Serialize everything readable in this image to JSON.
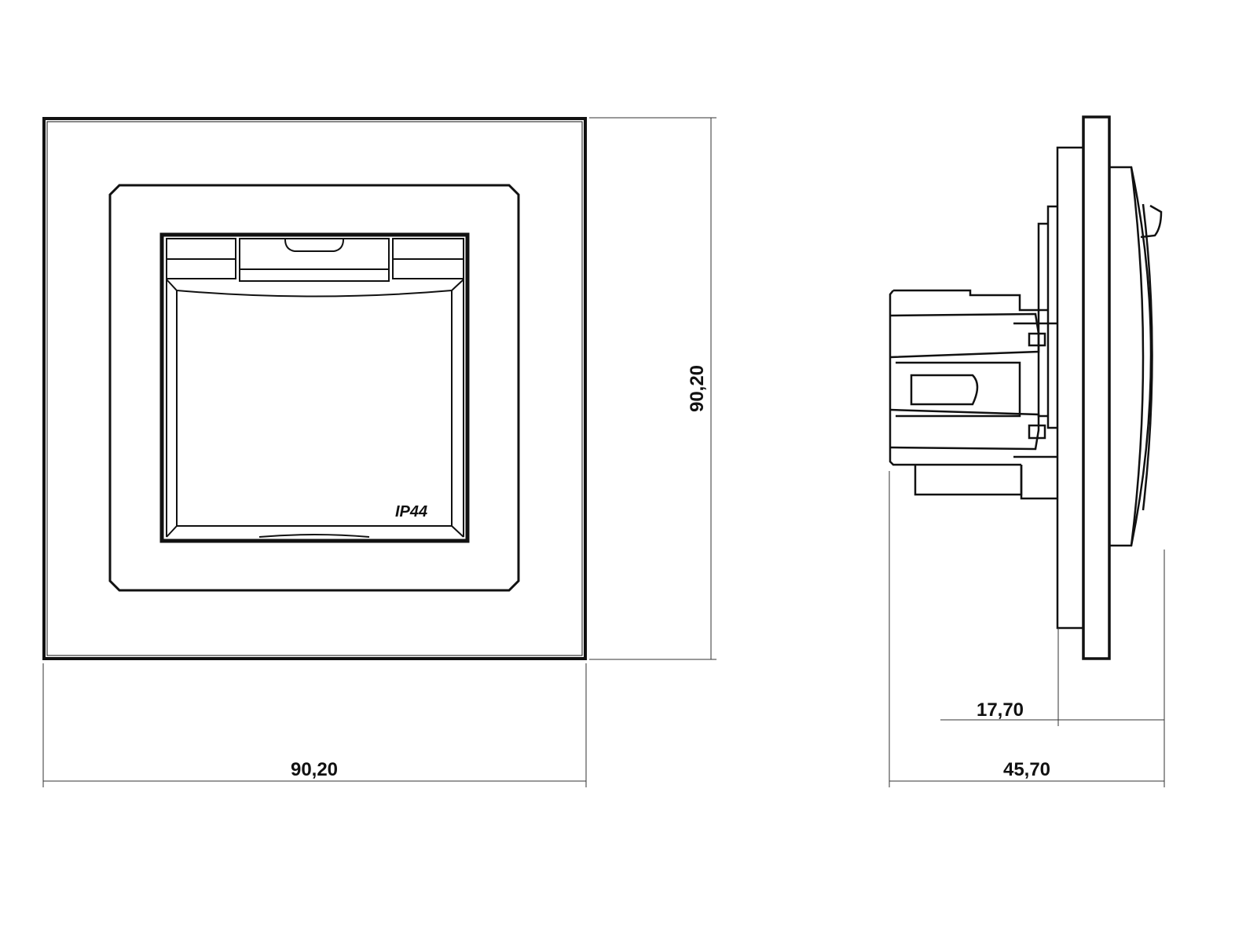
{
  "drawing": {
    "front_view": {
      "rating_mark": "IP44",
      "width_dimension": "90,20",
      "height_dimension": "90,20"
    },
    "side_view": {
      "protrusion_dimension": "17,70",
      "depth_dimension": "45,70"
    },
    "colors": {
      "line": "#111111",
      "background": "#ffffff"
    }
  }
}
